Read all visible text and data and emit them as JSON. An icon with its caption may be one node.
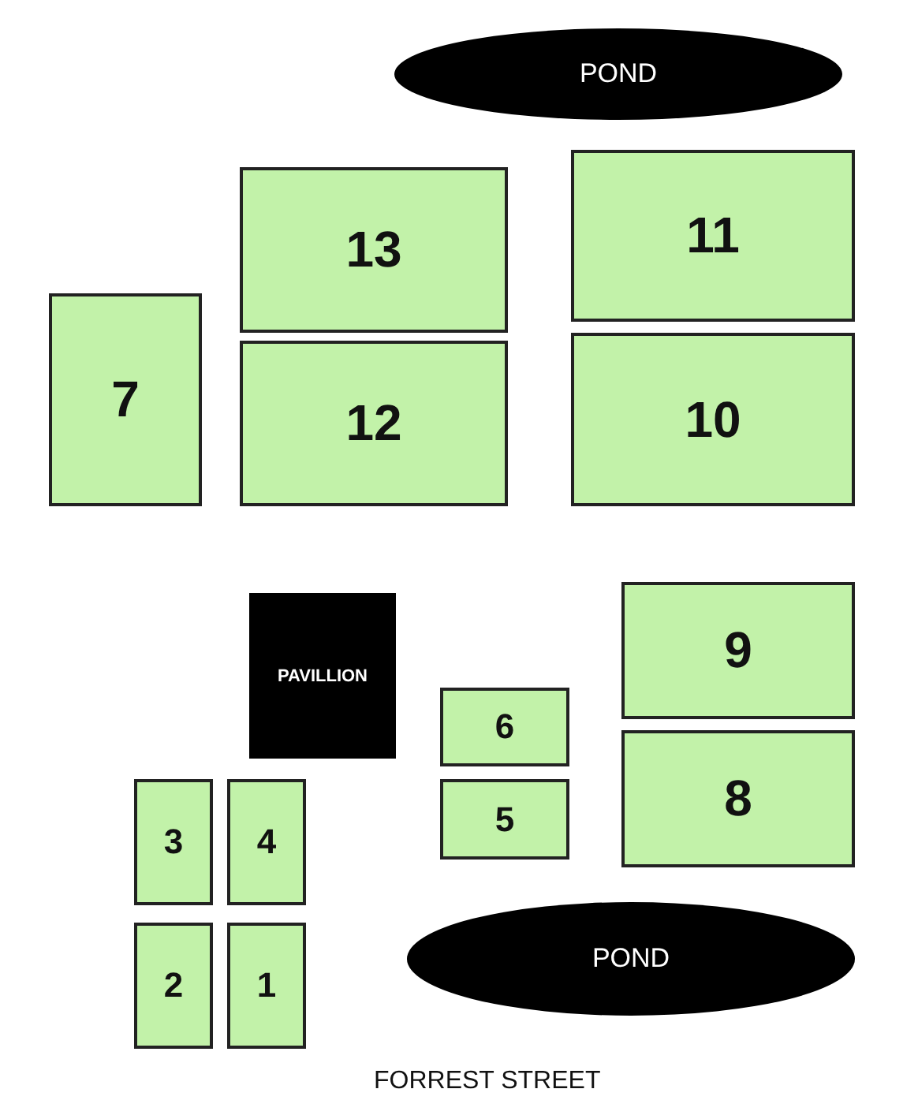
{
  "diagram": {
    "nodes": [
      {
        "text": [
          "POND"
        ]
      },
      {
        "text": [
          "13"
        ]
      },
      {
        "text": [
          "11"
        ]
      },
      {
        "text": [
          "7"
        ]
      },
      {
        "text": [
          "12"
        ]
      },
      {
        "text": [
          "10"
        ]
      },
      {
        "text": [
          "PAVILLION"
        ]
      },
      {
        "text": [
          "9"
        ]
      },
      {
        "text": [
          "6"
        ]
      },
      {
        "text": [
          "8"
        ]
      },
      {
        "text": [
          "3"
        ]
      },
      {
        "text": [
          "4"
        ]
      },
      {
        "text": [
          "5"
        ]
      },
      {
        "text": [
          "2"
        ]
      },
      {
        "text": [
          "1"
        ]
      },
      {
        "text": [
          "POND"
        ]
      }
    ],
    "labels": [
      "FORREST STREET"
    ]
  }
}
